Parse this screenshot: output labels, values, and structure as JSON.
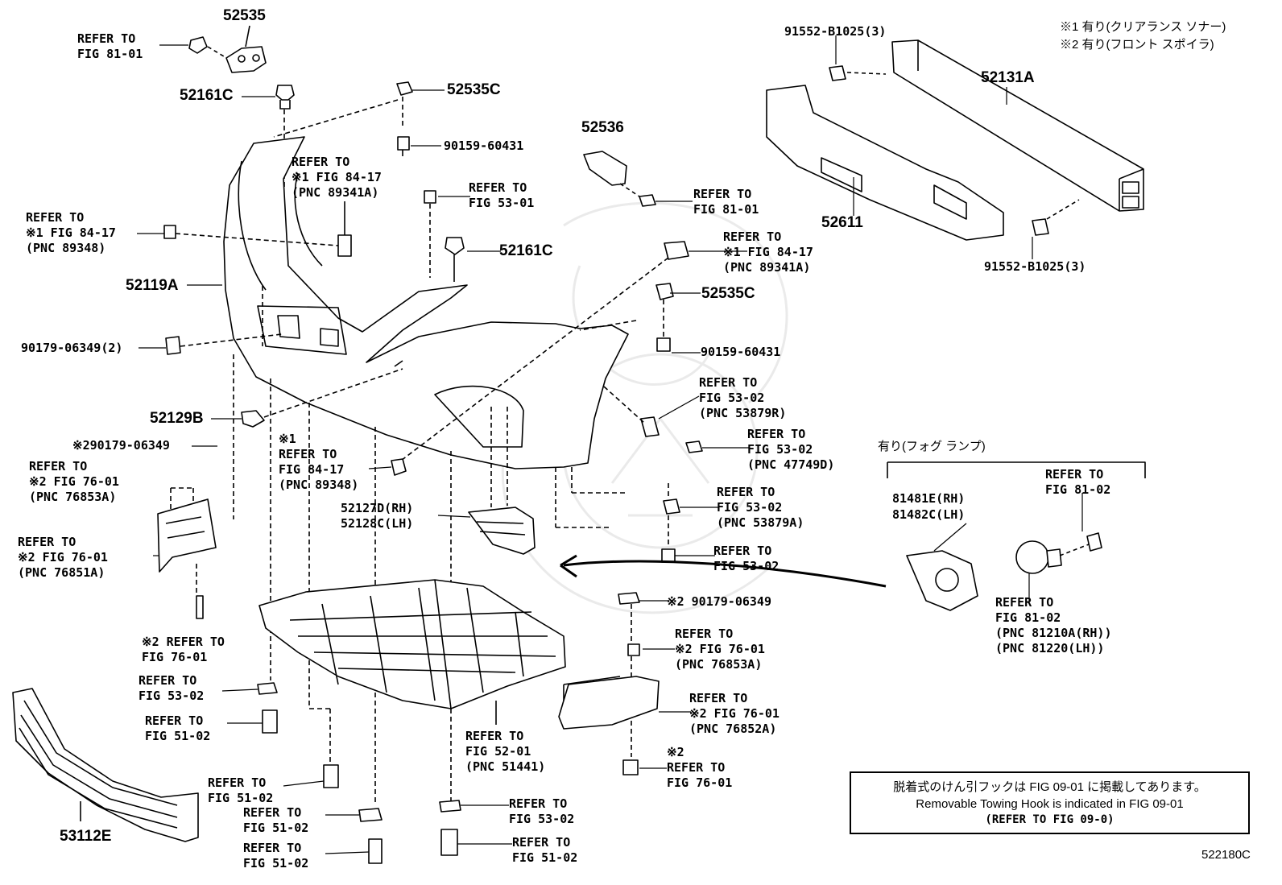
{
  "notes": {
    "n1": "※1 有り(クリアランス ソナー)",
    "n2": "※2 有り(フロント スポイラ)",
    "fog": "有り(フォグ ランプ)"
  },
  "box": {
    "jp": "脱着式のけん引フックは FIG 09-01 に掲載してあります。",
    "en": "Removable Towing Hook is indicated in FIG 09-01",
    "ref": "(REFER TO FIG 09-0)"
  },
  "parts": {
    "p52535": "52535",
    "p52161c_top": "52161C",
    "p52535c_top": "52535C",
    "p90159_top": "90159-60431",
    "p52536": "52536",
    "p91552_top": "91552-B1025(3)",
    "p52131a": "52131A",
    "p52611": "52611",
    "p91552_bot": "91552-B1025(3)",
    "p52161c_mid": "52161C",
    "p52119a": "52119A",
    "p90179_2": "90179-06349(2)",
    "p52535c_mid": "52535C",
    "p90159_mid": "90159-60431",
    "p52129b": "52129B",
    "p90179_s2l": "※290179-06349",
    "p52127d": "52127D(RH)",
    "p52128c": "52128C(LH)",
    "p81481e": "81481E(RH)",
    "p81482c": "81482C(LH)",
    "p90179_s2r": "※2 90179-06349",
    "p53112e": "53112E",
    "code": "522180C"
  },
  "refs": {
    "r1": "REFER TO\nFIG 81-01",
    "r2": "REFER TO\n※1 FIG 84-17\n(PNC 89341A)",
    "r3": "REFER TO\nFIG 53-01",
    "r4": "REFER TO\nFIG 81-01",
    "r5": "REFER TO\n※1 FIG 84-17\n(PNC 89348)",
    "r6": "REFER TO\n※1 FIG 84-17\n(PNC 89341A)",
    "r7": "REFER TO\nFIG 53-02\n(PNC 53879R)",
    "r8": "REFER TO\nFIG 53-02\n(PNC 47749D)",
    "r9": "※1\nREFER TO\nFIG 84-17\n(PNC 89348)",
    "r10": "REFER TO\n※2 FIG 76-01\n(PNC 76853A)",
    "r11": "REFER TO\n※2 FIG 76-01\n(PNC 76851A)",
    "r12": "REFER TO\nFIG 53-02\n(PNC 53879A)",
    "r13": "REFER TO\nFIG 53-02",
    "r14": "REFER TO\nFIG 81-02",
    "r15": "REFER TO\nFIG 81-02\n(PNC 81210A(RH))\n(PNC 81220(LH))",
    "r16": "※2 REFER TO\nFIG 76-01",
    "r17": "REFER TO\n※2 FIG 76-01\n(PNC 76853A)",
    "r18": "REFER TO\nFIG 53-02",
    "r19": "REFER TO\nFIG 51-02",
    "r20": "REFER TO\nFIG 52-01\n(PNC 51441)",
    "r21": "REFER TO\n※2 FIG 76-01\n(PNC 76852A)",
    "r22": "※2\nREFER TO\nFIG 76-01",
    "r23": "REFER TO\nFIG 51-02",
    "r24": "REFER TO\nFIG 51-02",
    "r25": "REFER TO\nFIG 53-02",
    "r26": "REFER TO\nFIG 51-02",
    "r27": "REFER TO\nFIG 51-02"
  }
}
